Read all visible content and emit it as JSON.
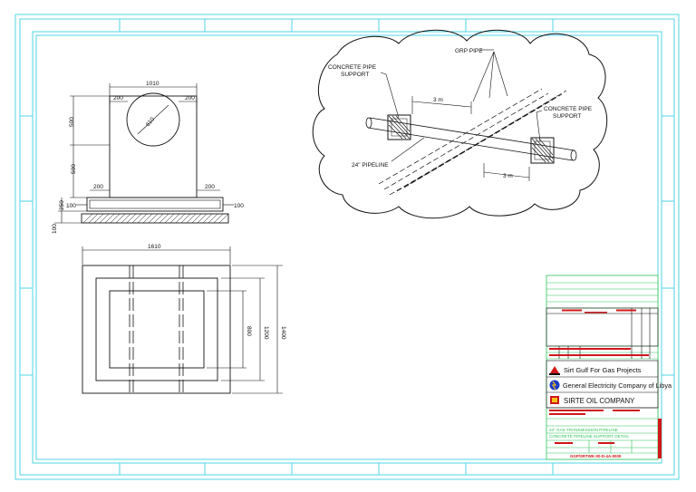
{
  "colors": {
    "frame": "#4fd6e6",
    "ink": "#111111",
    "dim": "#222222",
    "titleblock_green": "#31c45a",
    "title_red": "#d01818",
    "title_blue": "#1a3cc8",
    "redline": "#e02020"
  },
  "elevation": {
    "dim_top": "1010",
    "dim_left_gap": "200",
    "dim_right_gap": "200",
    "pipe_dia": "610",
    "dim_base_left": "200",
    "dim_base_right": "200",
    "dim_h_upper": "500",
    "dim_h_lower": "500",
    "dim_slab": "250",
    "dim_lean": "100",
    "dim_left_offset": "100",
    "dim_right_offset": "100"
  },
  "plan": {
    "dim_width": "1610",
    "dim_inner": "800",
    "dim_mid": "1200",
    "dim_outer": "1400"
  },
  "iso": {
    "label_support_left": "CONCRETE PIPE\nSUPPORT",
    "label_grp": "GRP PIPE",
    "label_support_right": "CONCRETE PIPE\nSUPPORT",
    "label_pipeline": "24\" PIPELINE",
    "dim_3m_top": "3 m",
    "dim_3m_bottom": "3 m"
  },
  "titleblock": {
    "company1": "Sirt Gulf For Gas Projects",
    "company2": "General Electricity Company of Libya",
    "company3": "SIRTE OIL COMPANY",
    "drawing_title_1": "24\" GAS TRANSMISSION PIPELINE",
    "drawing_title_2": "CONCRETE PIPELINE SUPPORT DETAIL",
    "drawing_number": "GGP/SRTWK-00-D-4A-0000"
  }
}
